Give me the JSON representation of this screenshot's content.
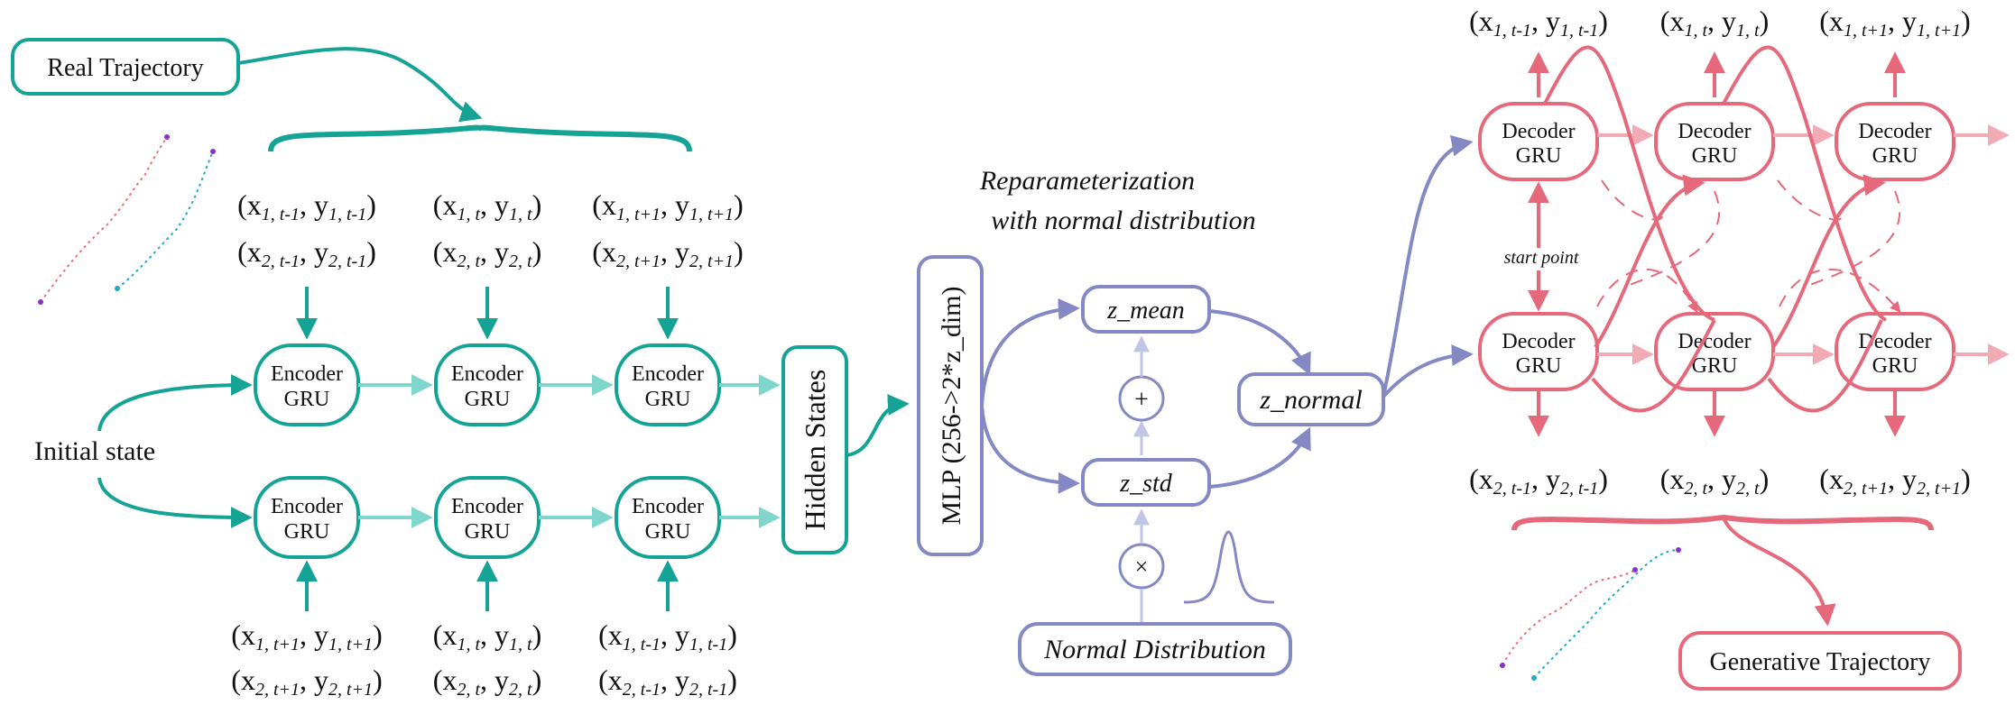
{
  "title": "",
  "labels": {
    "real_trajectory": "Real Trajectory",
    "initial_state": "Initial state",
    "encoder_line1": "Encoder",
    "encoder_line2": "GRU",
    "hidden_states": "Hidden States",
    "mlp": "MLP (256->2*z_dim)",
    "reparam_line1": "Reparameterization",
    "reparam_line2": "with normal distribution",
    "z_mean": "z_mean",
    "z_std": "z_std",
    "z_normal": "z_normal",
    "plus": "+",
    "times": "×",
    "normal_distribution": "Normal Distribution",
    "decoder_line1": "Decoder",
    "decoder_line2": "GRU",
    "start_point": "start point",
    "generative_trajectory": "Generative Trajectory"
  },
  "encoder_inputs_top": [
    [
      [
        "x",
        "1, t-1"
      ],
      [
        "y",
        "1, t-1"
      ]
    ],
    [
      [
        "x",
        "1, t"
      ],
      [
        "y",
        "1, t"
      ]
    ],
    [
      [
        "x",
        "1, t+1"
      ],
      [
        "y",
        "1, t+1"
      ]
    ]
  ],
  "encoder_inputs_top2": [
    [
      [
        "x",
        "2, t-1"
      ],
      [
        "y",
        "2, t-1"
      ]
    ],
    [
      [
        "x",
        "2, t"
      ],
      [
        "y",
        "2, t"
      ]
    ],
    [
      [
        "x",
        "2, t+1"
      ],
      [
        "y",
        "2, t+1"
      ]
    ]
  ],
  "encoder_inputs_bottom": [
    [
      [
        "x",
        "1, t+1"
      ],
      [
        "y",
        "1, t+1"
      ]
    ],
    [
      [
        "x",
        "1, t"
      ],
      [
        "y",
        "1, t"
      ]
    ],
    [
      [
        "x",
        "1, t-1"
      ],
      [
        "y",
        "1, t-1"
      ]
    ]
  ],
  "encoder_inputs_bottom2": [
    [
      [
        "x",
        "2, t+1"
      ],
      [
        "y",
        "2, t+1"
      ]
    ],
    [
      [
        "x",
        "2, t"
      ],
      [
        "y",
        "2, t"
      ]
    ],
    [
      [
        "x",
        "2, t-1"
      ],
      [
        "y",
        "2, t-1"
      ]
    ]
  ],
  "decoder_outputs_top": [
    [
      [
        "x",
        "1, t-1"
      ],
      [
        "y",
        "1, t-1"
      ]
    ],
    [
      [
        "x",
        "1, t"
      ],
      [
        "y",
        "1, t"
      ]
    ],
    [
      [
        "x",
        "1, t+1"
      ],
      [
        "y",
        "1, t+1"
      ]
    ]
  ],
  "decoder_outputs_bottom": [
    [
      [
        "x",
        "2, t-1"
      ],
      [
        "y",
        "2, t-1"
      ]
    ],
    [
      [
        "x",
        "2, t"
      ],
      [
        "y",
        "2, t"
      ]
    ],
    [
      [
        "x",
        "2, t+1"
      ],
      [
        "y",
        "2, t+1"
      ]
    ]
  ],
  "colors": {
    "encoder": "#14a395",
    "encoder_light": "#7fd6cc",
    "latent": "#8489c4",
    "latent_light": "#c2c6e6",
    "decoder": "#e5697b",
    "decoder_light": "#f2aab4",
    "traj_red": "#e8737a",
    "traj_cyan": "#25a9c4",
    "traj_dot": "#8b2fc9"
  }
}
